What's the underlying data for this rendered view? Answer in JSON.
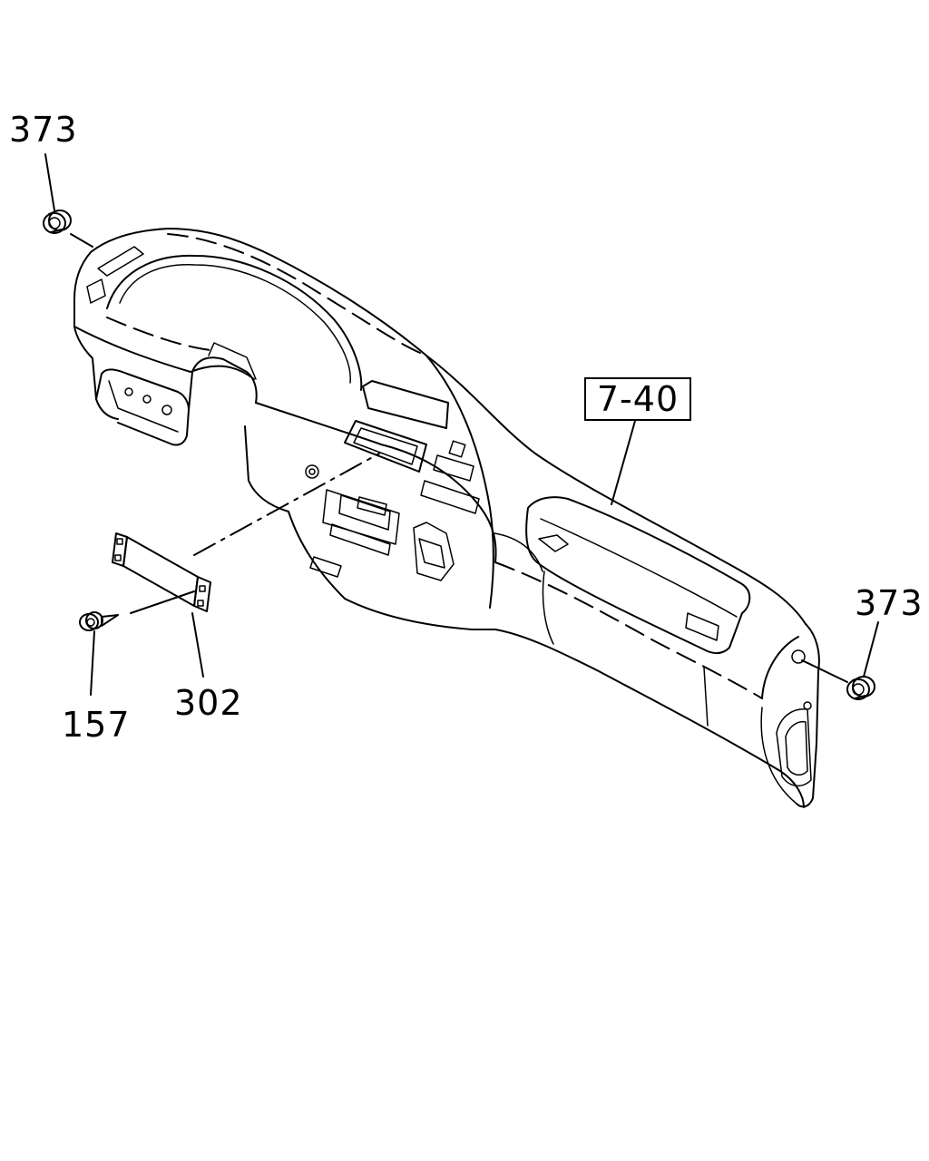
{
  "callouts": {
    "grommet_left": "373",
    "grommet_right": "373",
    "screw": "157",
    "bracket": "302",
    "instrument_panel_ref": "7-40"
  }
}
